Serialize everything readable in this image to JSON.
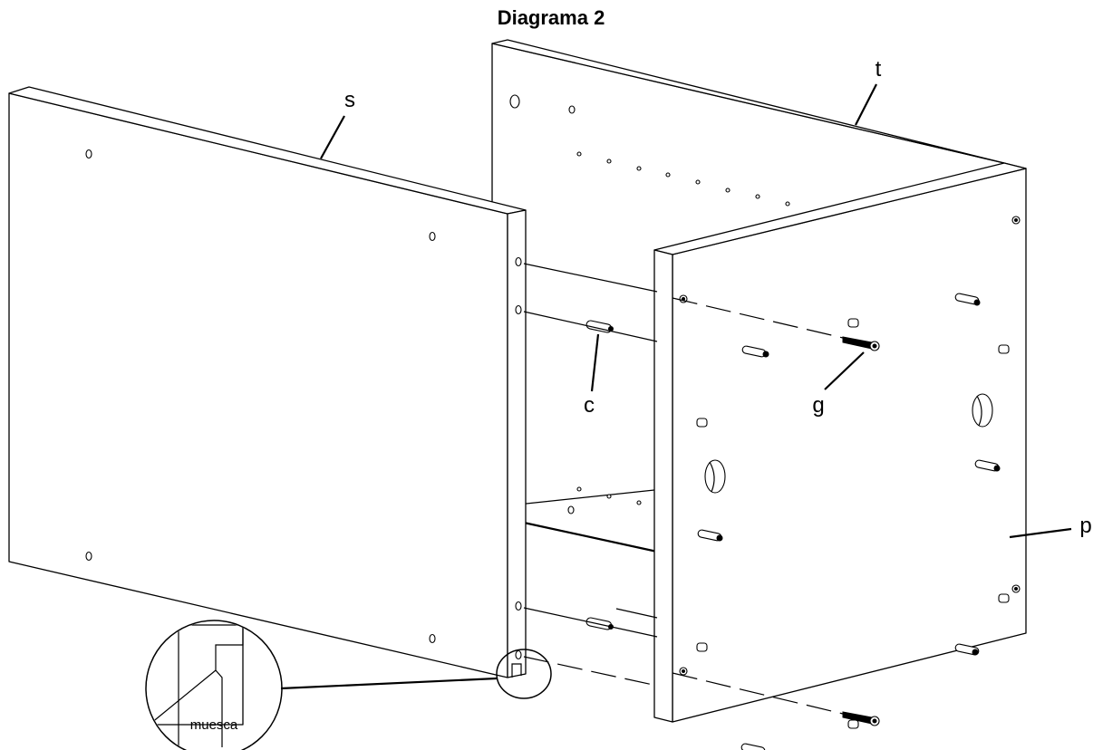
{
  "title": "Diagrama 2",
  "labels": {
    "s": "s",
    "t": "t",
    "c": "c",
    "g": "g",
    "p": "p",
    "muesca": "muesca"
  }
}
